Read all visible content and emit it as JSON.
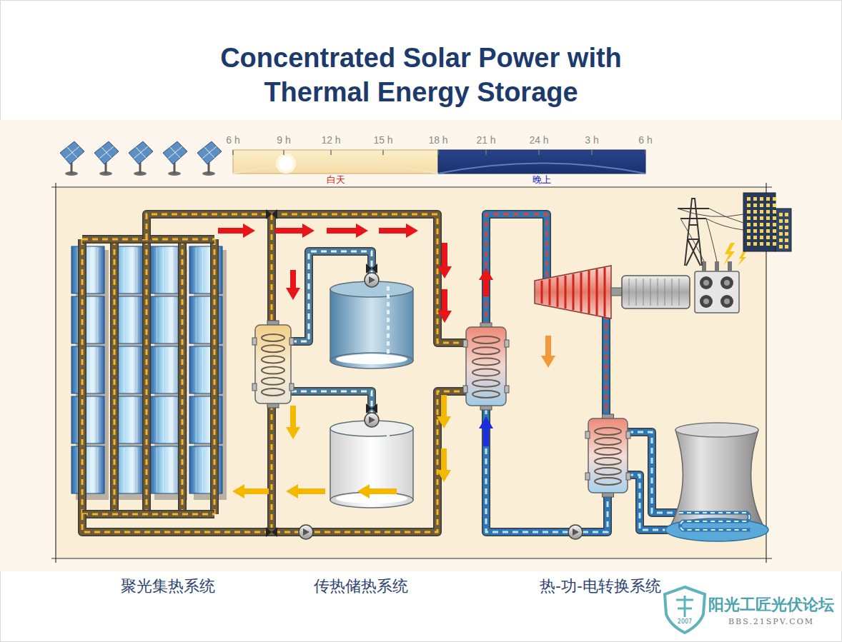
{
  "diagram": {
    "title": "Concentrated Solar Power with Thermal Energy Storage",
    "nodes": [
      {
        "text": [
          "白天"
        ]
      },
      {
        "text": [
          "晚上"
        ]
      }
    ],
    "labels": [
      "6 h",
      "9 h",
      "12 h",
      "15 h",
      "18 h",
      "21 h",
      "24 h",
      "3 h",
      "6 h",
      "聚光集热系统",
      "传热储热系统",
      "热-功-电转换系统",
      "2007",
      "阳光工匠光伏论坛",
      "BBS.21SPV.COM"
    ]
  }
}
